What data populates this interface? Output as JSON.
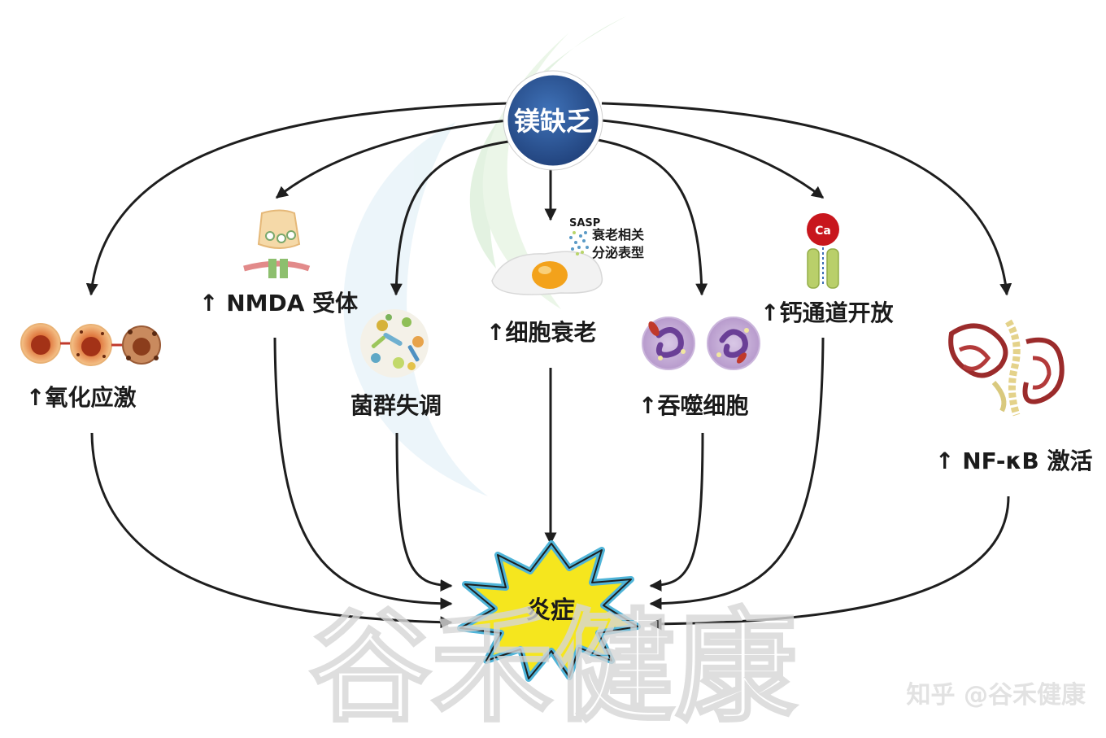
{
  "center": {
    "label": "镁缺乏"
  },
  "outcome": {
    "label": "炎症"
  },
  "nodes": {
    "oxidative_stress": "↑氧化应激",
    "nmda": "↑ NMDA 受体",
    "dysbiosis": "菌群失调",
    "senescence": "↑细胞衰老",
    "sasp_tag": "SASP",
    "sasp_line1": "衰老相关",
    "sasp_line2": "分泌表型",
    "phagocytes": "↑吞噬细胞",
    "calcium": "↑钙通道开放",
    "calcium_ion": "Ca",
    "nfkb": "↑ NF-κB 激活"
  },
  "watermark": {
    "big": "谷禾健康",
    "credit": "知乎 @谷禾健康"
  },
  "colors": {
    "center_fill": "#2e5a9e",
    "burst_fill": "#f5e61e",
    "burst_outline": "#4fb4d8",
    "arrow": "#1e1e1e",
    "calcium_red": "#c8161d"
  }
}
